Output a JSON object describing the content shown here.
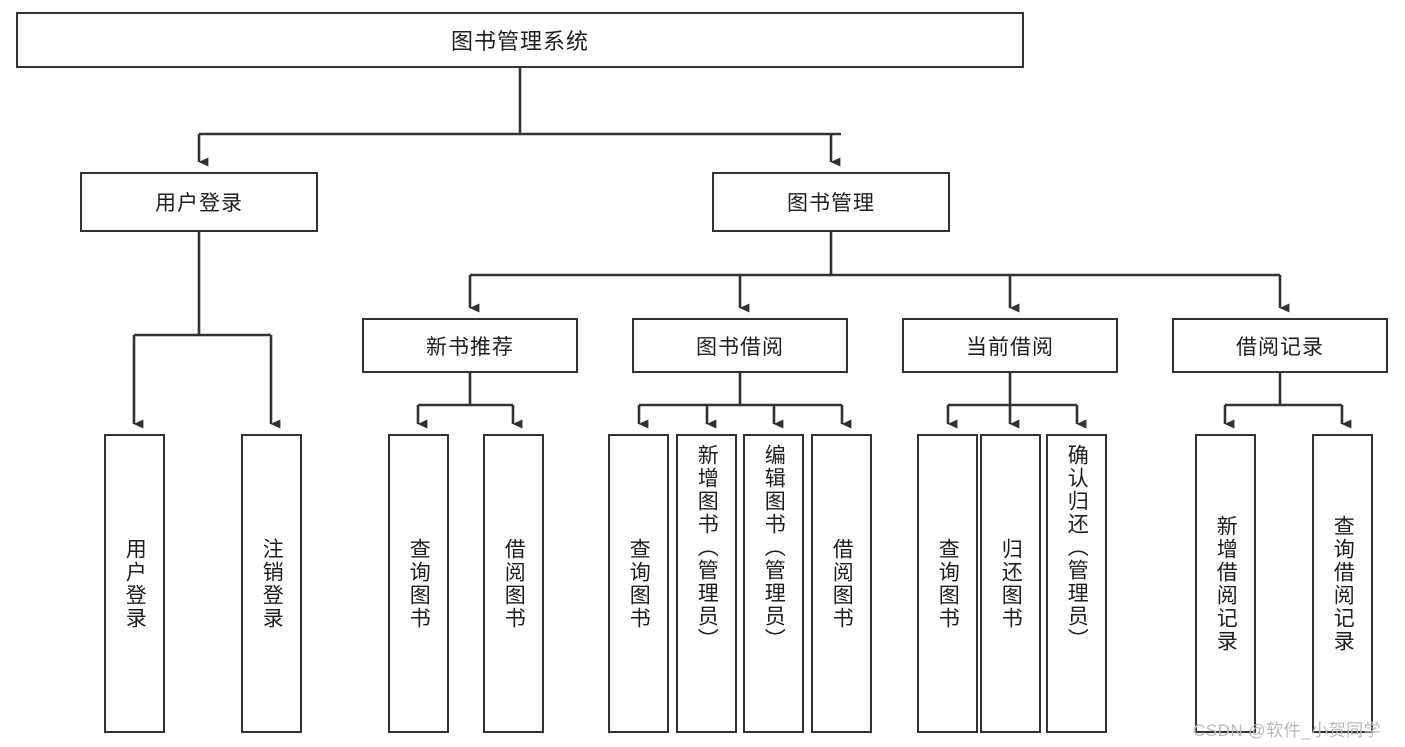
{
  "diagram": {
    "title": "图书管理系统",
    "type": "tree-hierarchy-diagram",
    "watermark": "CSDN @软件_小贺同学",
    "colors": {
      "stroke": "#32322f",
      "fill": "#ffffff",
      "text": "#1d1d1b",
      "watermark": "#b9b9b9"
    }
  },
  "nodes": {
    "root": {
      "label": "图书管理系统"
    },
    "level1": [
      {
        "id": "user-login",
        "label": "用户登录"
      },
      {
        "id": "book-management",
        "label": "图书管理"
      }
    ],
    "level2": [
      {
        "id": "new-book-recommend",
        "label": "新书推荐"
      },
      {
        "id": "book-borrow",
        "label": "图书借阅"
      },
      {
        "id": "current-borrow",
        "label": "当前借阅"
      },
      {
        "id": "borrow-record",
        "label": "借阅记录"
      }
    ],
    "leaves": {
      "user_login": [
        {
          "id": "leaf-user-login",
          "label": "用户登录"
        },
        {
          "id": "leaf-logout-login",
          "label": "注销登录"
        }
      ],
      "new_book_recommend": [
        {
          "id": "leaf-query-book-1",
          "label": "查询图书"
        },
        {
          "id": "leaf-borrow-book-1",
          "label": "借阅图书"
        }
      ],
      "book_borrow": [
        {
          "id": "leaf-query-book-2",
          "label": "查询图书"
        },
        {
          "id": "leaf-add-book",
          "label": "新增图书（管理员）"
        },
        {
          "id": "leaf-edit-book",
          "label": "编辑图书（管理员）"
        },
        {
          "id": "leaf-borrow-book-2",
          "label": "借阅图书"
        }
      ],
      "current_borrow": [
        {
          "id": "leaf-query-book-3",
          "label": "查询图书"
        },
        {
          "id": "leaf-return-book",
          "label": "归还图书"
        },
        {
          "id": "leaf-confirm-return",
          "label": "确认归还（管理员）"
        }
      ],
      "borrow_record": [
        {
          "id": "leaf-add-record",
          "label": "新增借阅记录"
        },
        {
          "id": "leaf-query-record",
          "label": "查询借阅记录"
        }
      ]
    }
  }
}
